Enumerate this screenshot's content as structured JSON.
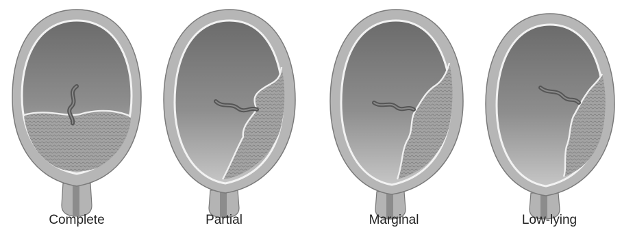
{
  "panels": [
    {
      "label": "Complete",
      "type": "complete"
    },
    {
      "label": "Partial",
      "type": "partial"
    },
    {
      "label": "Marginal",
      "type": "marginal"
    },
    {
      "label": "Low-lying",
      "type": "low-lying"
    }
  ],
  "colors": {
    "uterine_wall": "#b4b4b4",
    "wall_edge": "#8a8a8a",
    "cavity_top": "#6b6b6b",
    "cavity_bottom": "#c2c2c2",
    "membrane": "#f2f2f2",
    "placenta": "#9c9c9c",
    "cord": "#5a5a5a"
  }
}
